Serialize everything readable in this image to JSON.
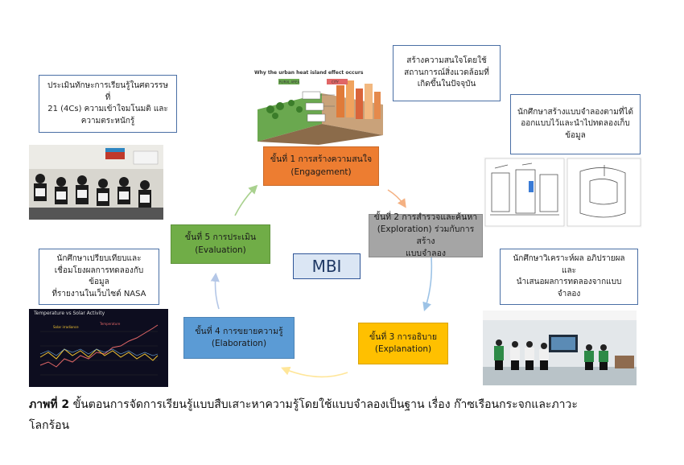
{
  "center": {
    "label": "MBI"
  },
  "steps": [
    {
      "line1": "ขั้นที่ 1 การสร้างความสนใจ",
      "line2": "(Engagement)",
      "color": "#ed7d31"
    },
    {
      "line1": "ขั้นที่ 2 การสำรวจและค้นหา",
      "line2": "(Exploration) ร่วมกับการสร้าง",
      "line3": "แบบจำลอง",
      "color": "#a5a5a5"
    },
    {
      "line1": "ขั้นที่ 3 การอธิบาย",
      "line2": "(Explanation)",
      "color": "#ffc000"
    },
    {
      "line1": "ขั้นที่ 4 การขยายความรู้",
      "line2": "(Elaboration)",
      "color": "#5b9bd5"
    },
    {
      "line1": "ขั้นที่ 5 การประเมิน",
      "line2": "(Evaluation)",
      "color": "#70ad47"
    }
  ],
  "notes": {
    "engage": [
      "สร้างความสนใจโดยใช้",
      "สถานการณ์สิ่งแวดล้อมที่",
      "เกิดขึ้นในปัจจุบัน"
    ],
    "model": [
      "นักศึกษาสร้างแบบจำลองตามที่ได้",
      "ออกแบบไว้และนำไปทดลองเก็บ",
      "ข้อมูล"
    ],
    "explain": [
      "นักศึกษาวิเคราะห์ผล อภิปรายผลและ",
      "นำเสนอผลการทดลองจากแบบจำลอง"
    ],
    "elaborate": [
      "นักศึกษาเปรียบเทียบและ",
      "เชื่อมโยงผลการทดลองกับข้อมูล",
      "ที่รายงานในเว็บไซต์ NASA"
    ],
    "evaluate": [
      "ประเมินทักษะการเรียนรู้ในศตวรรษที่",
      "21 (4Cs) ความเข้าใจมโนมติ และ",
      "ความตระหนักรู้"
    ]
  },
  "illustration": {
    "title": "Why the urban heat island effect occurs",
    "rural_label": "RURAL AREA",
    "city_label": "CITY"
  },
  "chart_inset": {
    "title": "Temperature vs Solar Activity",
    "legend": [
      "Solar irradiance",
      "Temperature"
    ]
  },
  "caption": {
    "bold": "ภาพที่ 2",
    "text": " ขั้นตอนการจัดการเรียนรู้แบบสืบเสาะหาความรู้โดยใช้แบบจำลองเป็นฐาน เรื่อง ก๊าซเรือนกระจกและภาวะ",
    "line2": "โลกร้อน"
  },
  "colors": {
    "arrow": "#f4b183",
    "arrow_blue": "#9dc3e6",
    "note_border": "#4a6fa5"
  }
}
